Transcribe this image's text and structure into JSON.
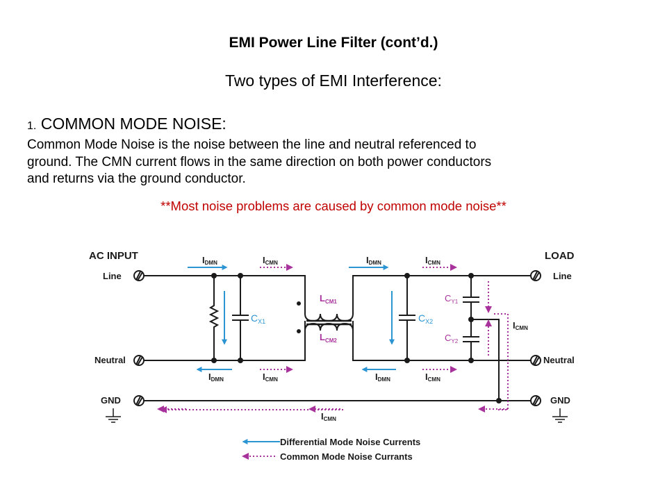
{
  "slide": {
    "title": "EMI Power Line Filter (cont’d.)",
    "subtitle": "Two types of EMI Interference:",
    "section_number": "1.",
    "section_heading": "COMMON MODE NOISE:",
    "body_lines": [
      "Common Mode Noise is the noise between the line and neutral referenced to",
      "ground.  The CMN current flows in the same direction on both power conductors",
      "and returns via the ground conductor."
    ],
    "highlight": "**Most noise problems are caused by common mode noise**",
    "colors": {
      "highlight": "#c00000",
      "differential": "#2b95d3",
      "common": "#a8329c",
      "wire": "#1a1a1a"
    }
  },
  "diagram": {
    "input_label": "AC INPUT",
    "load_label": "LOAD",
    "terminals": {
      "line_left": "Line",
      "neutral_left": "Neutral",
      "gnd_left": "GND",
      "line_right": "Line",
      "neutral_right": "Neutral",
      "gnd_right": "GND"
    },
    "components": {
      "cx1": {
        "main": "C",
        "sub": "X1"
      },
      "cx2": {
        "main": "C",
        "sub": "X2"
      },
      "cy1": {
        "main": "C",
        "sub": "Y1"
      },
      "cy2": {
        "main": "C",
        "sub": "Y2"
      },
      "lcm1": {
        "main": "L",
        "sub": "CM1"
      },
      "lcm2": {
        "main": "L",
        "sub": "CM2"
      }
    },
    "currents": {
      "dmn": {
        "main": "I",
        "sub": "DMN"
      },
      "cmn": {
        "main": "I",
        "sub": "CMN"
      }
    },
    "legend": [
      {
        "style": "solid",
        "color": "differential",
        "label": "Differential Mode Noise Currents"
      },
      {
        "style": "dotted",
        "color": "common",
        "label": "Common Mode Noise Currants"
      }
    ]
  }
}
